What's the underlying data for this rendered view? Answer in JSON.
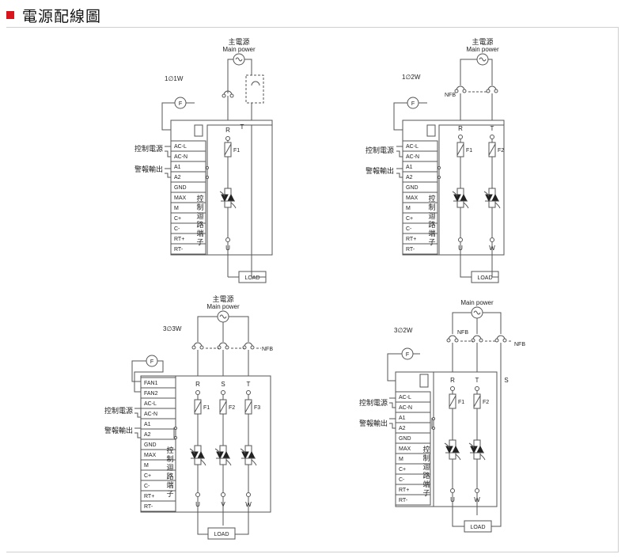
{
  "header": {
    "title": "電源配線圖",
    "accent_color": "#d8141c",
    "line_color": "#555555"
  },
  "labels": {
    "main_power_cn": "主電源",
    "main_power_en": "Main power",
    "fan": "F",
    "nfb": "NFB",
    "load": "LOAD",
    "control_power": "控制電源",
    "alarm_output": "警報輸出",
    "control_circuit_terminal": [
      "控",
      "制",
      "迴",
      "路",
      "端",
      "子"
    ],
    "terminals": [
      "AC-L",
      "AC-N",
      "A1",
      "A2",
      "GND",
      "MAX",
      "M",
      "C+",
      "C-",
      "RT+",
      "RT-"
    ],
    "terminals_3ph": [
      "FAN1",
      "FAN2",
      "AC-L",
      "AC-N",
      "A1",
      "A2",
      "GND",
      "MAX",
      "M",
      "C+",
      "C-",
      "RT+",
      "RT-"
    ]
  },
  "diagrams": [
    {
      "id": "1p1w",
      "mode": "1∅1W",
      "inputs": [
        "R",
        "T"
      ],
      "fuses": [
        "F1"
      ],
      "outputs": [
        "U"
      ]
    },
    {
      "id": "1p2w",
      "mode": "1∅2W",
      "inputs": [
        "R",
        "T"
      ],
      "fuses": [
        "F1",
        "F2"
      ],
      "outputs": [
        "U",
        "W"
      ]
    },
    {
      "id": "3p3w",
      "mode": "3∅3W",
      "inputs": [
        "R",
        "S",
        "T"
      ],
      "fuses": [
        "F1",
        "F2",
        "F3"
      ],
      "outputs": [
        "U",
        "V",
        "W"
      ]
    },
    {
      "id": "3p2w",
      "mode": "3∅2W",
      "inputs": [
        "R",
        "T"
      ],
      "extra_phase": "S",
      "fuses": [
        "F1",
        "F2"
      ],
      "outputs": [
        "U",
        "W"
      ]
    }
  ]
}
